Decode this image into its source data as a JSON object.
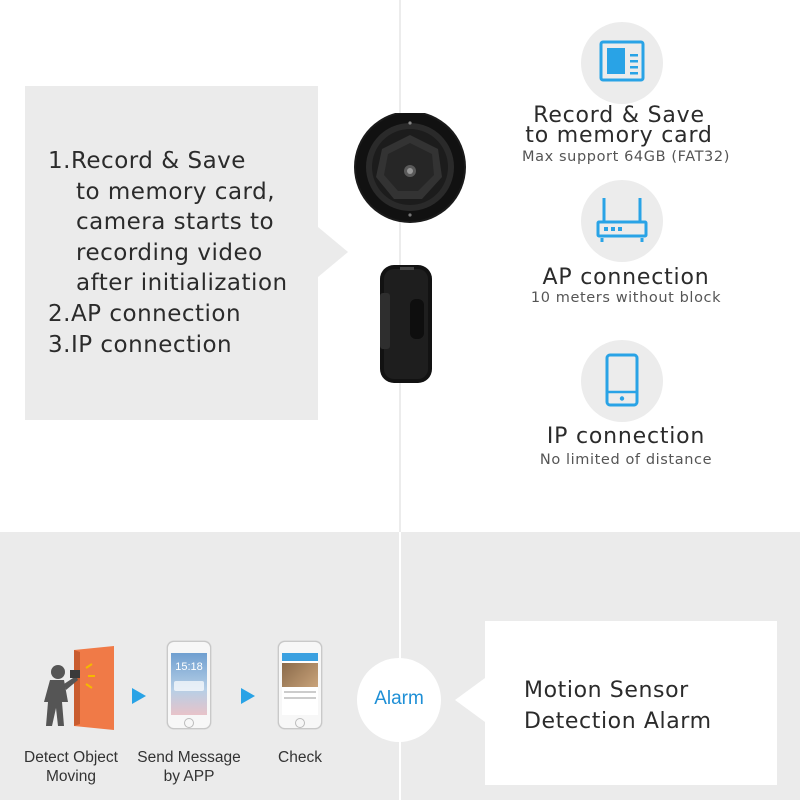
{
  "left_callout": {
    "lines": [
      "1.Record & Save",
      "to memory card,",
      "camera starts to",
      "recording video",
      "after initialization",
      "2.AP connection",
      "3.IP connection"
    ]
  },
  "features": [
    {
      "title_line1": "Record & Save",
      "title_line2": "to memory card",
      "subtitle": "Max support 64GB (FAT32)",
      "icon": "memory-card-icon"
    },
    {
      "title": "AP connection",
      "subtitle": "10 meters without block",
      "icon": "router-icon"
    },
    {
      "title": "IP connection",
      "subtitle": "No limited of distance",
      "icon": "smartphone-icon"
    }
  ],
  "steps": [
    {
      "label_line1": "Detect Object",
      "label_line2": "Moving"
    },
    {
      "label_line1": "Send Message",
      "label_line2": "by APP"
    },
    {
      "label_line1": "Check",
      "label_line2": ""
    }
  ],
  "alarm": {
    "label": "Alarm"
  },
  "message": {
    "line1": "Motion Sensor",
    "line2": "Detection Alarm"
  },
  "phone_screen": {
    "time": "15:18"
  },
  "colors": {
    "accent_blue": "#29a3e6",
    "door_orange": "#f07a47",
    "panel_gray": "#ebebeb"
  }
}
